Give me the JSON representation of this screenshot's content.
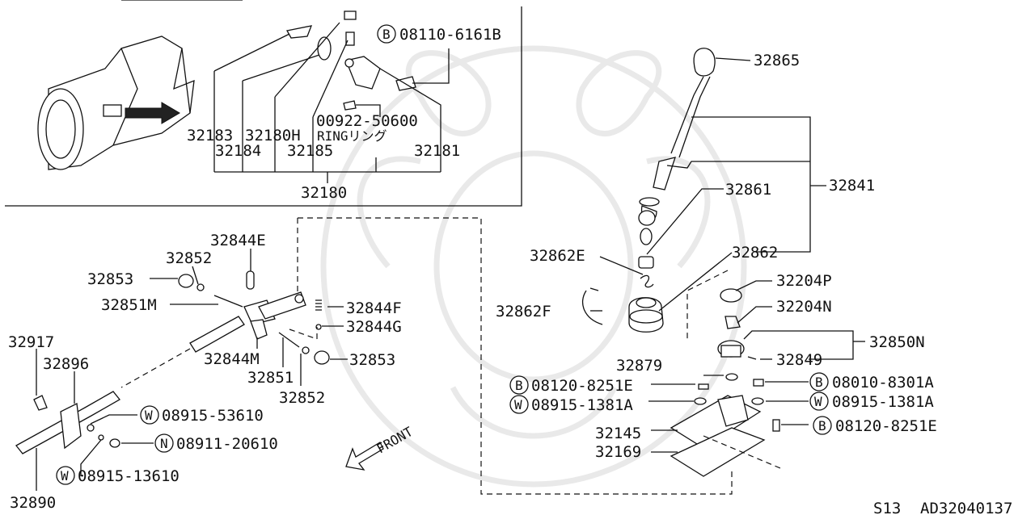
{
  "labels": {
    "l32183": "32183",
    "l32184": "32184",
    "l32180h": "32180H",
    "l32185": "32185",
    "l32181": "32181",
    "l32180": "32180",
    "b08110": "08110-6161B",
    "l00922": "00922-50600",
    "ring": "RINGリング",
    "l32865": "32865",
    "l32841": "32841",
    "l32861": "32861",
    "l32862e": "32862E",
    "l32862": "32862",
    "l32862f": "32862F",
    "l32204p": "32204P",
    "l32204n": "32204N",
    "l32850n": "32850N",
    "l32849": "32849",
    "l32879": "32879",
    "b08120a": "08120-8251E",
    "w08915a": "08915-1381A",
    "b08010": "08010-8301A",
    "w08915b": "08915-1381A",
    "b08120b": "08120-8251E",
    "l32145": "32145",
    "l32169": "32169",
    "l32844e": "32844E",
    "l32852a": "32852",
    "l32853a": "32853",
    "l32851m": "32851M",
    "l32844f": "32844F",
    "l32844g": "32844G",
    "l32844m": "32844M",
    "l32853b": "32853",
    "l32851": "32851",
    "l32852b": "32852",
    "l32917": "32917",
    "l32896": "32896",
    "w08915c": "08915-53610",
    "n08911": "08911-20610",
    "w08915d": "08915-13610",
    "l32890": "32890",
    "front": "FRONT",
    "model": "S13",
    "code": "AD32040137"
  },
  "circle_prefixes": {
    "bolt": "B",
    "washer": "W",
    "nut": "N"
  }
}
